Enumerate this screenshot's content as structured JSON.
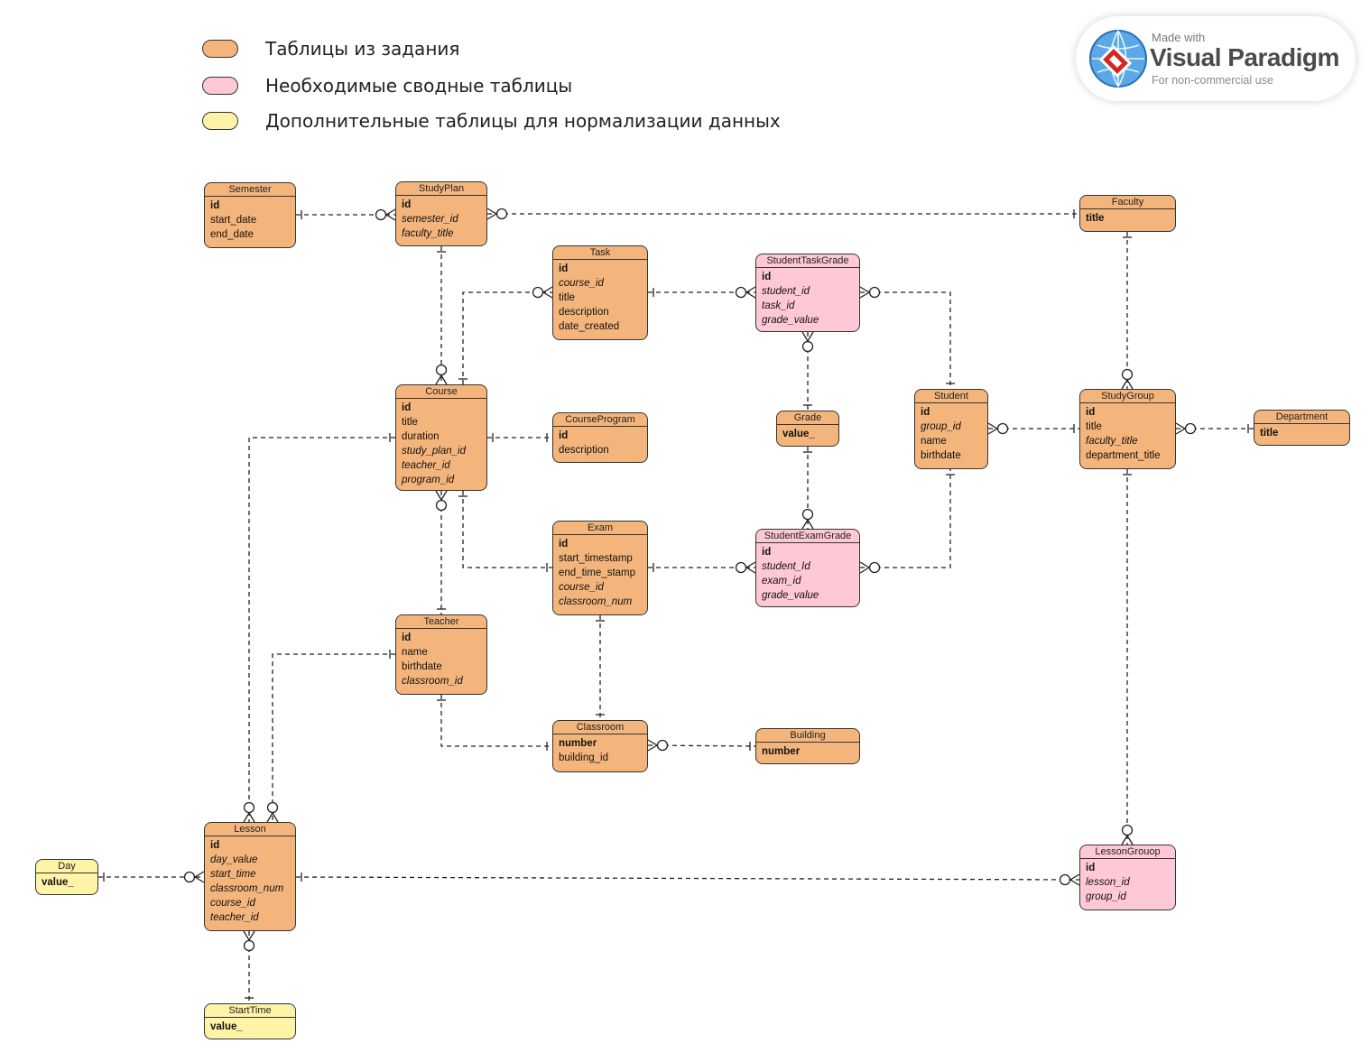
{
  "legend": [
    {
      "label": "Таблицы из задания",
      "color": "#f4b57c"
    },
    {
      "label": "Необходимые сводные таблицы",
      "color": "#ffc8d5"
    },
    {
      "label": "Дополнительные таблицы для нормализации данных",
      "color": "#fff3a7"
    }
  ],
  "watermark": {
    "made_with": "Made with",
    "product": "Visual Paradigm",
    "usage": "For non-commercial use"
  },
  "entities": {
    "semester": {
      "title": "Semester",
      "kind": "task",
      "attrs": [
        {
          "name": "id",
          "kind": "pk"
        },
        {
          "name": "start_date",
          "kind": "plain"
        },
        {
          "name": "end_date",
          "kind": "plain"
        }
      ]
    },
    "studyplan": {
      "title": "StudyPlan",
      "kind": "task",
      "attrs": [
        {
          "name": "id",
          "kind": "pk"
        },
        {
          "name": "semester_id",
          "kind": "fk"
        },
        {
          "name": "faculty_title",
          "kind": "fk"
        }
      ]
    },
    "faculty": {
      "title": "Faculty",
      "kind": "task",
      "attrs": [
        {
          "name": "title",
          "kind": "pk"
        }
      ]
    },
    "task": {
      "title": "Task",
      "kind": "task",
      "attrs": [
        {
          "name": "id",
          "kind": "pk"
        },
        {
          "name": "course_id",
          "kind": "fk"
        },
        {
          "name": "title",
          "kind": "plain"
        },
        {
          "name": "description",
          "kind": "plain"
        },
        {
          "name": "date_created",
          "kind": "plain"
        }
      ]
    },
    "studenttaskgrade": {
      "title": "StudentTaskGrade",
      "kind": "link",
      "attrs": [
        {
          "name": "id",
          "kind": "pk"
        },
        {
          "name": "student_id",
          "kind": "fk"
        },
        {
          "name": "task_id",
          "kind": "fk"
        },
        {
          "name": "grade_value",
          "kind": "fk"
        }
      ]
    },
    "course": {
      "title": "Course",
      "kind": "task",
      "attrs": [
        {
          "name": "id",
          "kind": "pk"
        },
        {
          "name": "title",
          "kind": "plain"
        },
        {
          "name": "duration",
          "kind": "plain"
        },
        {
          "name": "study_plan_id",
          "kind": "fk"
        },
        {
          "name": "teacher_id",
          "kind": "fk"
        },
        {
          "name": "program_id",
          "kind": "fk"
        }
      ]
    },
    "courseprogram": {
      "title": "CourseProgram",
      "kind": "task",
      "attrs": [
        {
          "name": "id",
          "kind": "pk"
        },
        {
          "name": "description",
          "kind": "plain"
        }
      ]
    },
    "grade": {
      "title": "Grade",
      "kind": "task",
      "attrs": [
        {
          "name": "value_",
          "kind": "pk"
        }
      ]
    },
    "student": {
      "title": "Student",
      "kind": "task",
      "attrs": [
        {
          "name": "id",
          "kind": "pk"
        },
        {
          "name": "group_id",
          "kind": "fk"
        },
        {
          "name": "name",
          "kind": "plain"
        },
        {
          "name": "birthdate",
          "kind": "plain"
        }
      ]
    },
    "studygroup": {
      "title": "StudyGroup",
      "kind": "task",
      "attrs": [
        {
          "name": "id",
          "kind": "pk"
        },
        {
          "name": "title",
          "kind": "plain"
        },
        {
          "name": "faculty_title",
          "kind": "fk"
        },
        {
          "name": "department_title",
          "kind": "plain"
        }
      ]
    },
    "department": {
      "title": "Department",
      "kind": "task",
      "attrs": [
        {
          "name": "title",
          "kind": "pk"
        }
      ]
    },
    "exam": {
      "title": "Exam",
      "kind": "task",
      "attrs": [
        {
          "name": "id",
          "kind": "pk"
        },
        {
          "name": "start_timestamp",
          "kind": "plain"
        },
        {
          "name": "end_time_stamp",
          "kind": "plain"
        },
        {
          "name": "course_id",
          "kind": "fk"
        },
        {
          "name": "classroom_num",
          "kind": "fk"
        }
      ]
    },
    "studentexamgrade": {
      "title": "StudentExamGrade",
      "kind": "link",
      "attrs": [
        {
          "name": "id",
          "kind": "pk"
        },
        {
          "name": "student_Id",
          "kind": "fk"
        },
        {
          "name": "exam_id",
          "kind": "fk"
        },
        {
          "name": "grade_value",
          "kind": "fk"
        }
      ]
    },
    "teacher": {
      "title": "Teacher",
      "kind": "task",
      "attrs": [
        {
          "name": "id",
          "kind": "pk"
        },
        {
          "name": "name",
          "kind": "plain"
        },
        {
          "name": "birthdate",
          "kind": "plain"
        },
        {
          "name": "classroom_id",
          "kind": "fk"
        }
      ]
    },
    "classroom": {
      "title": "Classroom",
      "kind": "task",
      "attrs": [
        {
          "name": "number",
          "kind": "pk"
        },
        {
          "name": "building_id",
          "kind": "plain"
        }
      ]
    },
    "building": {
      "title": "Building",
      "kind": "task",
      "attrs": [
        {
          "name": "number",
          "kind": "pk"
        }
      ]
    },
    "day": {
      "title": "Day",
      "kind": "norm",
      "attrs": [
        {
          "name": "value_",
          "kind": "pk"
        }
      ]
    },
    "lesson": {
      "title": "Lesson",
      "kind": "task",
      "attrs": [
        {
          "name": "id",
          "kind": "pk"
        },
        {
          "name": "day_value",
          "kind": "fk"
        },
        {
          "name": "start_time",
          "kind": "fk"
        },
        {
          "name": "classroom_num",
          "kind": "fk"
        },
        {
          "name": "course_id",
          "kind": "fk"
        },
        {
          "name": "teacher_id",
          "kind": "fk"
        }
      ]
    },
    "lessongroup": {
      "title": "LessonGrouop",
      "kind": "link",
      "attrs": [
        {
          "name": "id",
          "kind": "pk"
        },
        {
          "name": "lesson_id",
          "kind": "fk"
        },
        {
          "name": "group_id",
          "kind": "fk"
        }
      ]
    },
    "starttime": {
      "title": "StartTime",
      "kind": "norm",
      "attrs": [
        {
          "name": "value_",
          "kind": "pk"
        }
      ]
    }
  },
  "relationships": [
    {
      "from": "semester",
      "from_card": "one",
      "to": "studyplan",
      "to_card": "zero-many"
    },
    {
      "from": "faculty",
      "from_card": "one",
      "to": "studyplan",
      "to_card": "zero-many"
    },
    {
      "from": "studyplan",
      "from_card": "one",
      "to": "course",
      "to_card": "zero-many"
    },
    {
      "from": "course",
      "from_card": "one",
      "to": "task",
      "to_card": "zero-many"
    },
    {
      "from": "task",
      "from_card": "one",
      "to": "studenttaskgrade",
      "to_card": "zero-many"
    },
    {
      "from": "student",
      "from_card": "one",
      "to": "studenttaskgrade",
      "to_card": "zero-many"
    },
    {
      "from": "grade",
      "from_card": "one",
      "to": "studenttaskgrade",
      "to_card": "zero-many"
    },
    {
      "from": "grade",
      "from_card": "one",
      "to": "studentexamgrade",
      "to_card": "zero-many"
    },
    {
      "from": "faculty",
      "from_card": "one",
      "to": "studygroup",
      "to_card": "zero-many"
    },
    {
      "from": "studygroup",
      "from_card": "one",
      "to": "student",
      "to_card": "zero-many"
    },
    {
      "from": "department",
      "from_card": "one",
      "to": "studygroup",
      "to_card": "zero-many"
    },
    {
      "from": "courseprogram",
      "from_card": "one",
      "to": "course",
      "to_card": "one"
    },
    {
      "from": "course",
      "from_card": "one",
      "to": "exam",
      "to_card": "one"
    },
    {
      "from": "exam",
      "from_card": "one",
      "to": "studentexamgrade",
      "to_card": "zero-many"
    },
    {
      "from": "student",
      "from_card": "one",
      "to": "studentexamgrade",
      "to_card": "zero-many"
    },
    {
      "from": "teacher",
      "from_card": "one",
      "to": "course",
      "to_card": "zero-many"
    },
    {
      "from": "exam",
      "from_card": "one",
      "to": "classroom",
      "to_card": "one"
    },
    {
      "from": "teacher",
      "from_card": "one",
      "to": "classroom",
      "to_card": "one"
    },
    {
      "from": "building",
      "from_card": "one",
      "to": "classroom",
      "to_card": "zero-many"
    },
    {
      "from": "course",
      "from_card": "one",
      "to": "lesson",
      "to_card": "zero-many"
    },
    {
      "from": "teacher",
      "from_card": "one",
      "to": "lesson",
      "to_card": "zero-many"
    },
    {
      "from": "day",
      "from_card": "one",
      "to": "lesson",
      "to_card": "zero-many"
    },
    {
      "from": "starttime",
      "from_card": "one",
      "to": "lesson",
      "to_card": "zero-many"
    },
    {
      "from": "lesson",
      "from_card": "one",
      "to": "lessongroup",
      "to_card": "zero-many"
    },
    {
      "from": "studygroup",
      "from_card": "one",
      "to": "lessongroup",
      "to_card": "zero-many"
    }
  ]
}
